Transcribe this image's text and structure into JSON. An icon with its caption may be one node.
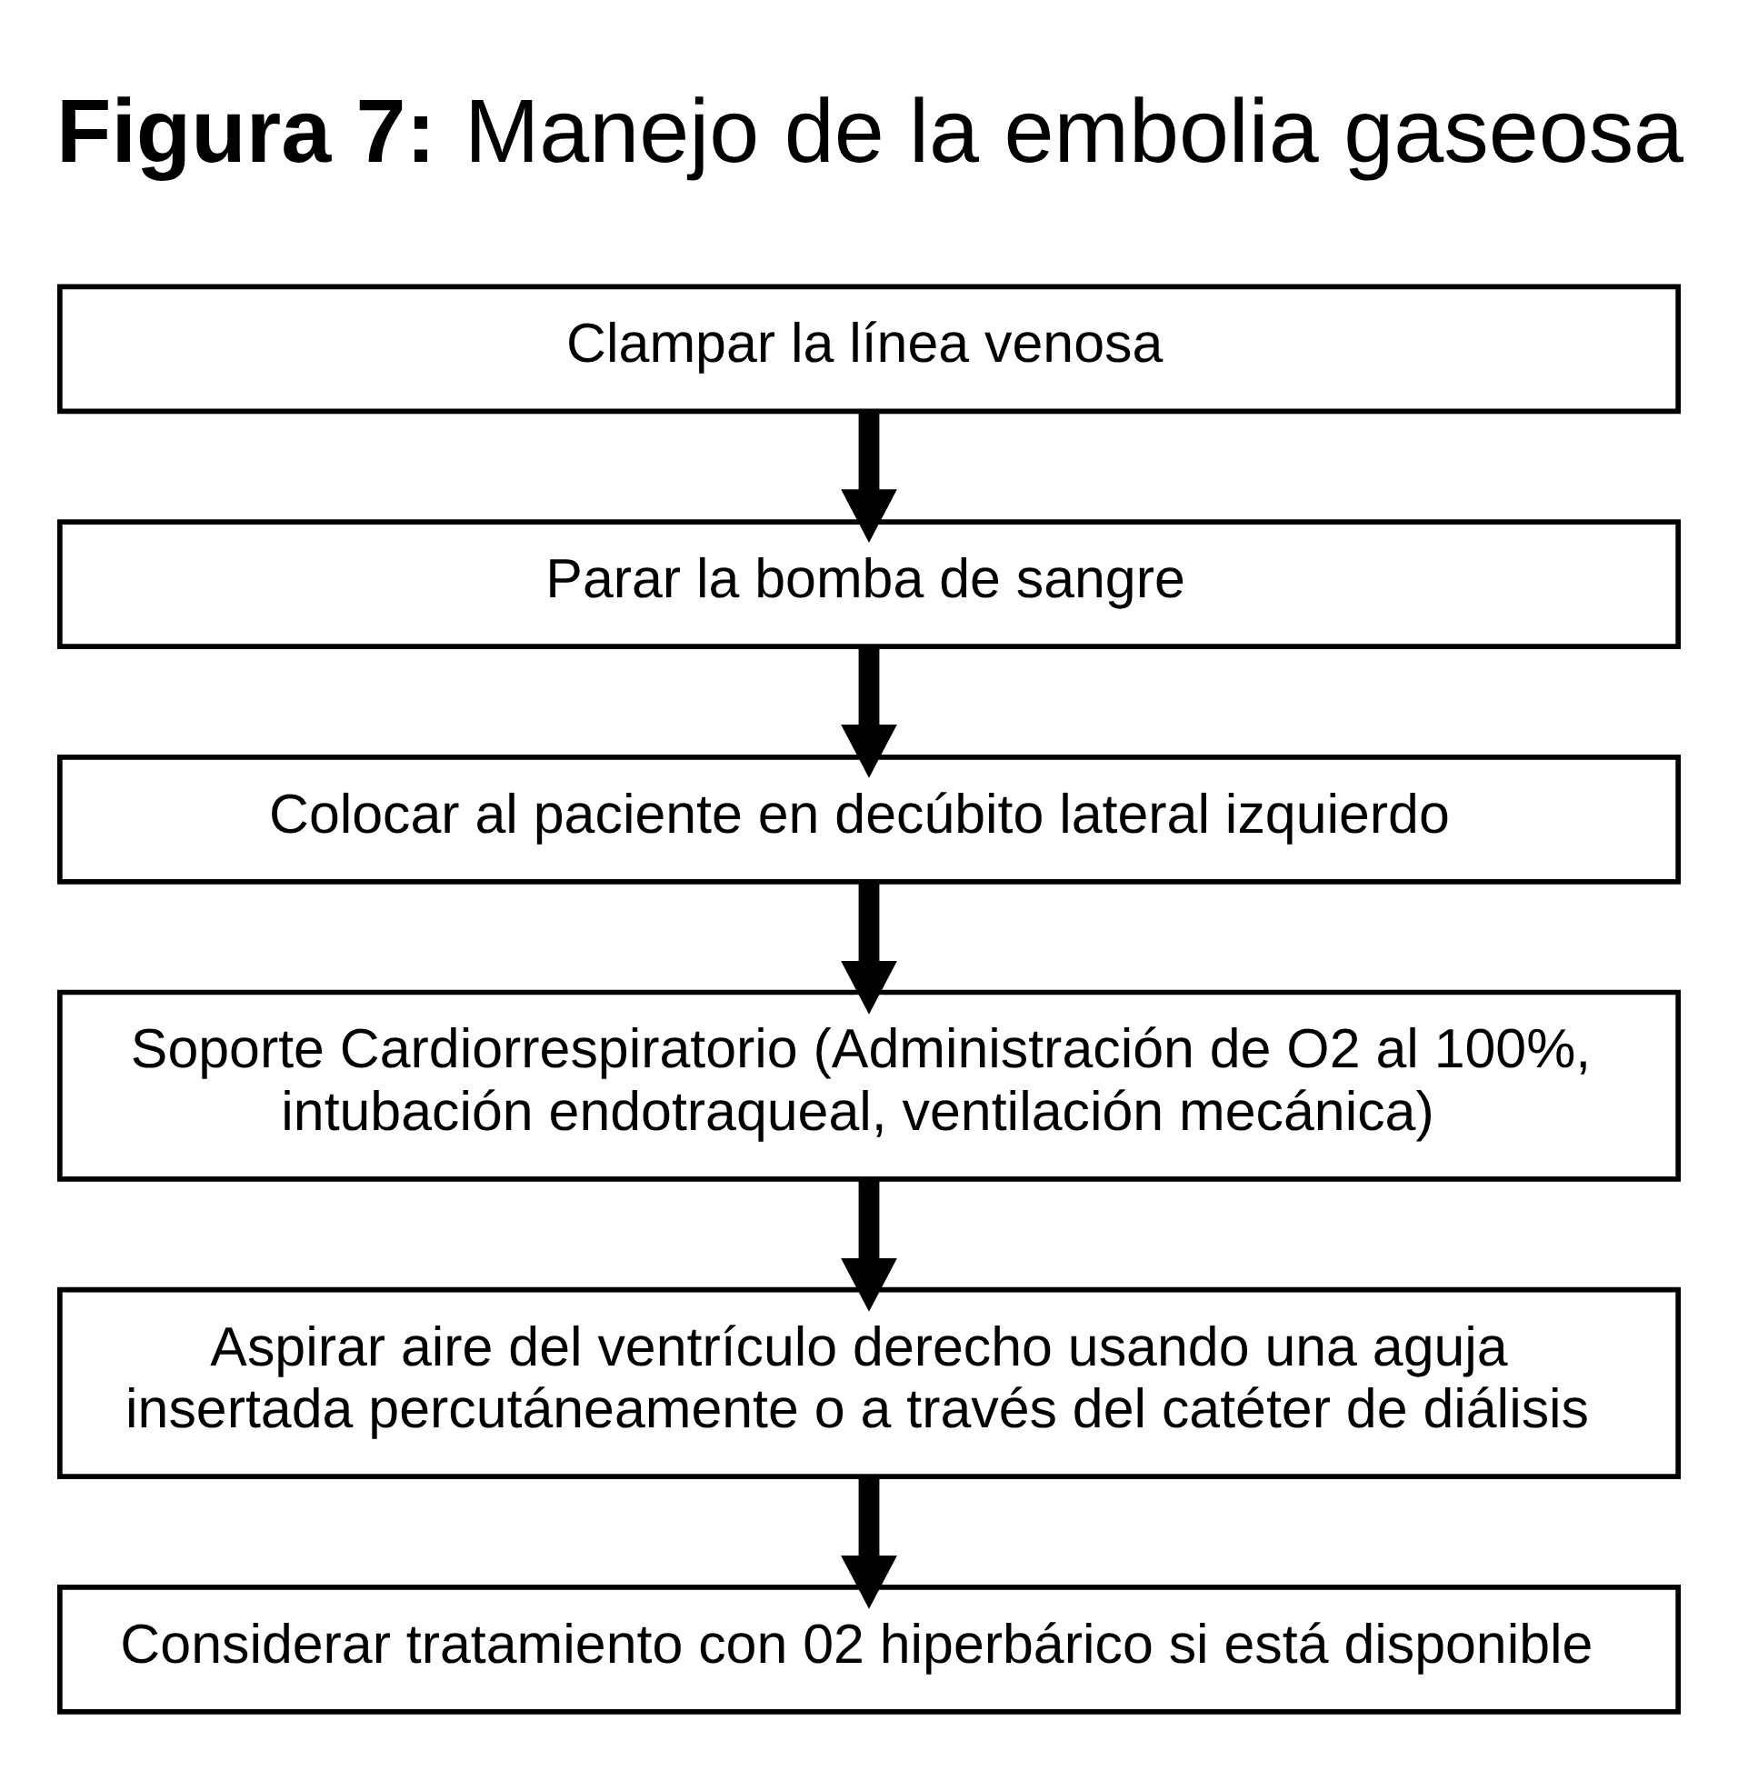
{
  "diagram": {
    "title": "**Figura 7:** Manejo de la embolia gaseosa",
    "nodes": [
      {
        "text": [
          "Clampar la línea venosa"
        ]
      },
      {
        "text": [
          "Parar la bomba de sangre"
        ]
      },
      {
        "text": [
          "Colocar al paciente en decúbito lateral izquierdo"
        ]
      },
      {
        "text": [
          "Soporte Cardiorrespiratorio (Administración de O2 al 100%, intubación endotraqueal, ventilación mecánica)"
        ]
      },
      {
        "text": [
          "Aspirar aire del ventrículo derecho usando una aguja insertada percutáneamente o a través del catéter de diálisis"
        ]
      },
      {
        "text": [
          "Considerar tratamiento con 02 hiperbárico si está disponible"
        ]
      }
    ],
    "edges": [
      {
        "from": 0,
        "to": 1,
        "arrow": "to"
      },
      {
        "from": 1,
        "to": 2,
        "arrow": "to"
      },
      {
        "from": 2,
        "to": 3,
        "arrow": "to"
      },
      {
        "from": 3,
        "to": 4,
        "arrow": "to"
      },
      {
        "from": 4,
        "to": 5,
        "arrow": "to"
      }
    ]
  }
}
